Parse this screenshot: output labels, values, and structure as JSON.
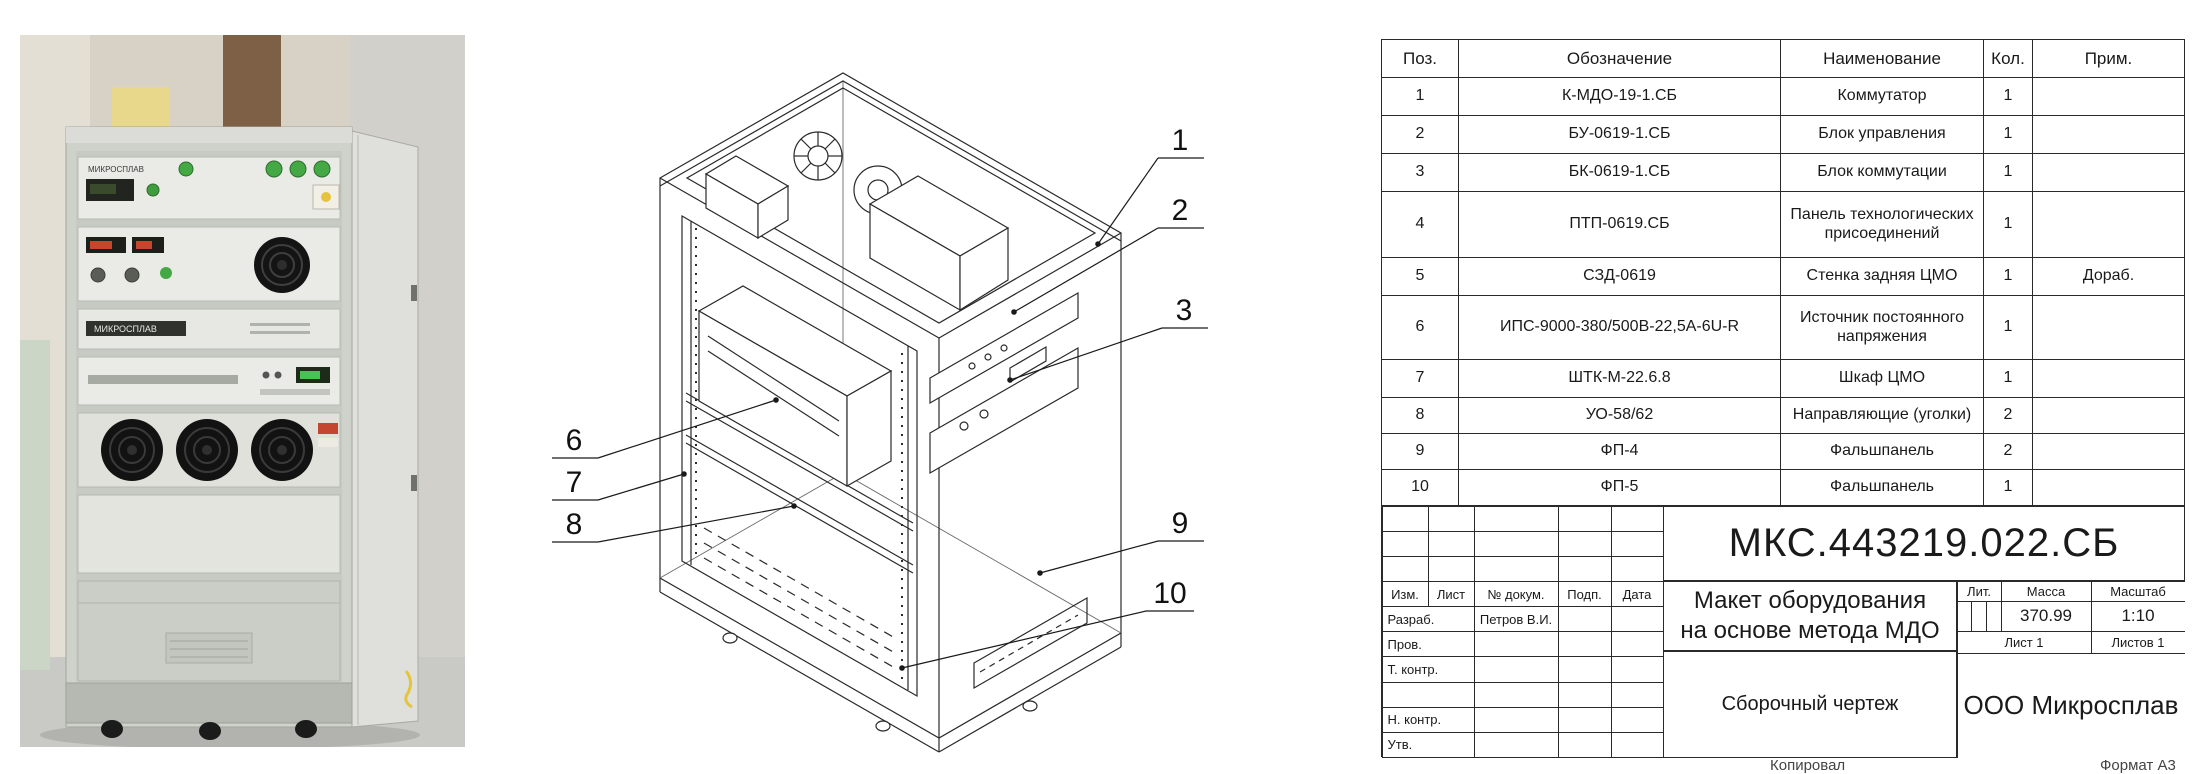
{
  "photo": {
    "brand": "МИКРОСПЛАВ"
  },
  "drawing": {
    "callouts": [
      "1",
      "2",
      "3",
      "6",
      "7",
      "8",
      "9",
      "10"
    ]
  },
  "bom": {
    "headers": [
      "Поз.",
      "Обозначение",
      "Наименование",
      "Кол.",
      "Прим."
    ],
    "rows": [
      {
        "pos": "1",
        "designation": "К-МДО-19-1.СБ",
        "name": "Коммутатор",
        "qty": "1",
        "note": ""
      },
      {
        "pos": "2",
        "designation": "БУ-0619-1.СБ",
        "name": "Блок управления",
        "qty": "1",
        "note": ""
      },
      {
        "pos": "3",
        "designation": "БК-0619-1.СБ",
        "name": "Блок коммутации",
        "qty": "1",
        "note": ""
      },
      {
        "pos": "4",
        "designation": "ПТП-0619.СБ",
        "name": "Панель технологических присоединений",
        "qty": "1",
        "note": ""
      },
      {
        "pos": "5",
        "designation": "СЗД-0619",
        "name": "Стенка задняя ЦМО",
        "qty": "1",
        "note": "Дораб."
      },
      {
        "pos": "6",
        "designation": "ИПС-9000-380/500В-22,5А-6U-R",
        "name": "Источник постоянного напряжения",
        "qty": "1",
        "note": ""
      },
      {
        "pos": "7",
        "designation": "ШТК-М-22.6.8",
        "name": "Шкаф ЦМО",
        "qty": "1",
        "note": ""
      },
      {
        "pos": "8",
        "designation": "УО-58/62",
        "name": "Направляющие (уголки)",
        "qty": "2",
        "note": ""
      },
      {
        "pos": "9",
        "designation": "ФП-4",
        "name": "Фальшпанель",
        "qty": "2",
        "note": ""
      },
      {
        "pos": "10",
        "designation": "ФП-5",
        "name": "Фальшпанель",
        "qty": "1",
        "note": ""
      }
    ]
  },
  "title_block": {
    "doc_number": "МКС.443219.022.СБ",
    "title_line1": "Макет оборудования",
    "title_line2": "на основе метода МДО",
    "doc_type": "Сборочный чертеж",
    "col_izm": "Изм.",
    "col_list": "Лист",
    "col_doc": "№ докум.",
    "col_podp": "Подп.",
    "col_data": "Дата",
    "razrab_label": "Разраб.",
    "razrab_name": "Петров В.И.",
    "prov_label": "Пров.",
    "tkontr_label": "Т. контр.",
    "nkontr_label": "Н. контр.",
    "utv_label": "Утв.",
    "lit_label": "Лит.",
    "massa_label": "Масса",
    "massa_value": "370.99",
    "masshtab_label": "Масштаб",
    "masshtab_value": "1:10",
    "sheet": "Лист 1",
    "sheets": "Листов 1",
    "company": "ООО Микросплав",
    "footer_copy": "Копировал",
    "footer_format": "Формат А3"
  }
}
